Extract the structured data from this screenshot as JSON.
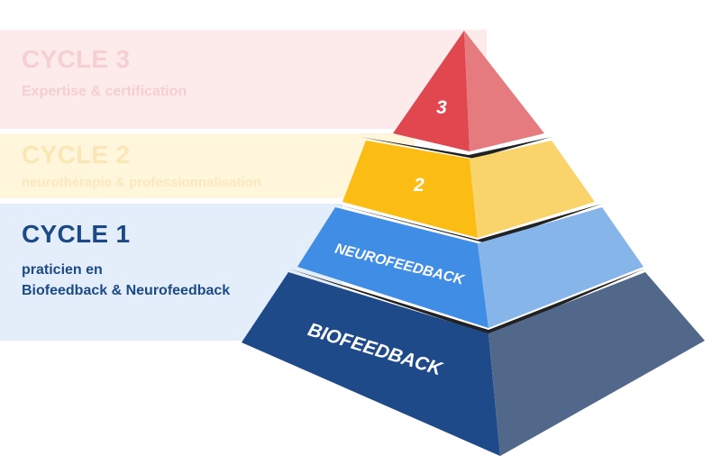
{
  "cycles": [
    {
      "title": "CYCLE 3",
      "subtitle": "Expertise & certification"
    },
    {
      "title": "CYCLE 2",
      "subtitle": "neurothérapie & professionnalisation"
    },
    {
      "title": "CYCLE 1",
      "subtitle_lines": [
        "praticien en",
        "Biofeedback & Neurofeedback"
      ]
    }
  ],
  "pyramid": {
    "tiers": [
      {
        "label": "3"
      },
      {
        "label": "2"
      },
      {
        "label": "NEUROFEEDBACK"
      },
      {
        "label": "BIOFEEDBACK"
      }
    ]
  },
  "colors": {
    "red": "#e0474f",
    "red_light": "#e57b7e",
    "yellow": "#fbbc13",
    "yellow_light": "#f8d46a",
    "blue": "#3f8de4",
    "blue_light": "#86b5ea",
    "navy": "#1f4a8a",
    "navy_light": "#51688a",
    "band_red": "#fdebeb",
    "band_yellow": "#fff6dc",
    "band_blue": "#e3eefa",
    "text_navy": "#1d4a86"
  }
}
